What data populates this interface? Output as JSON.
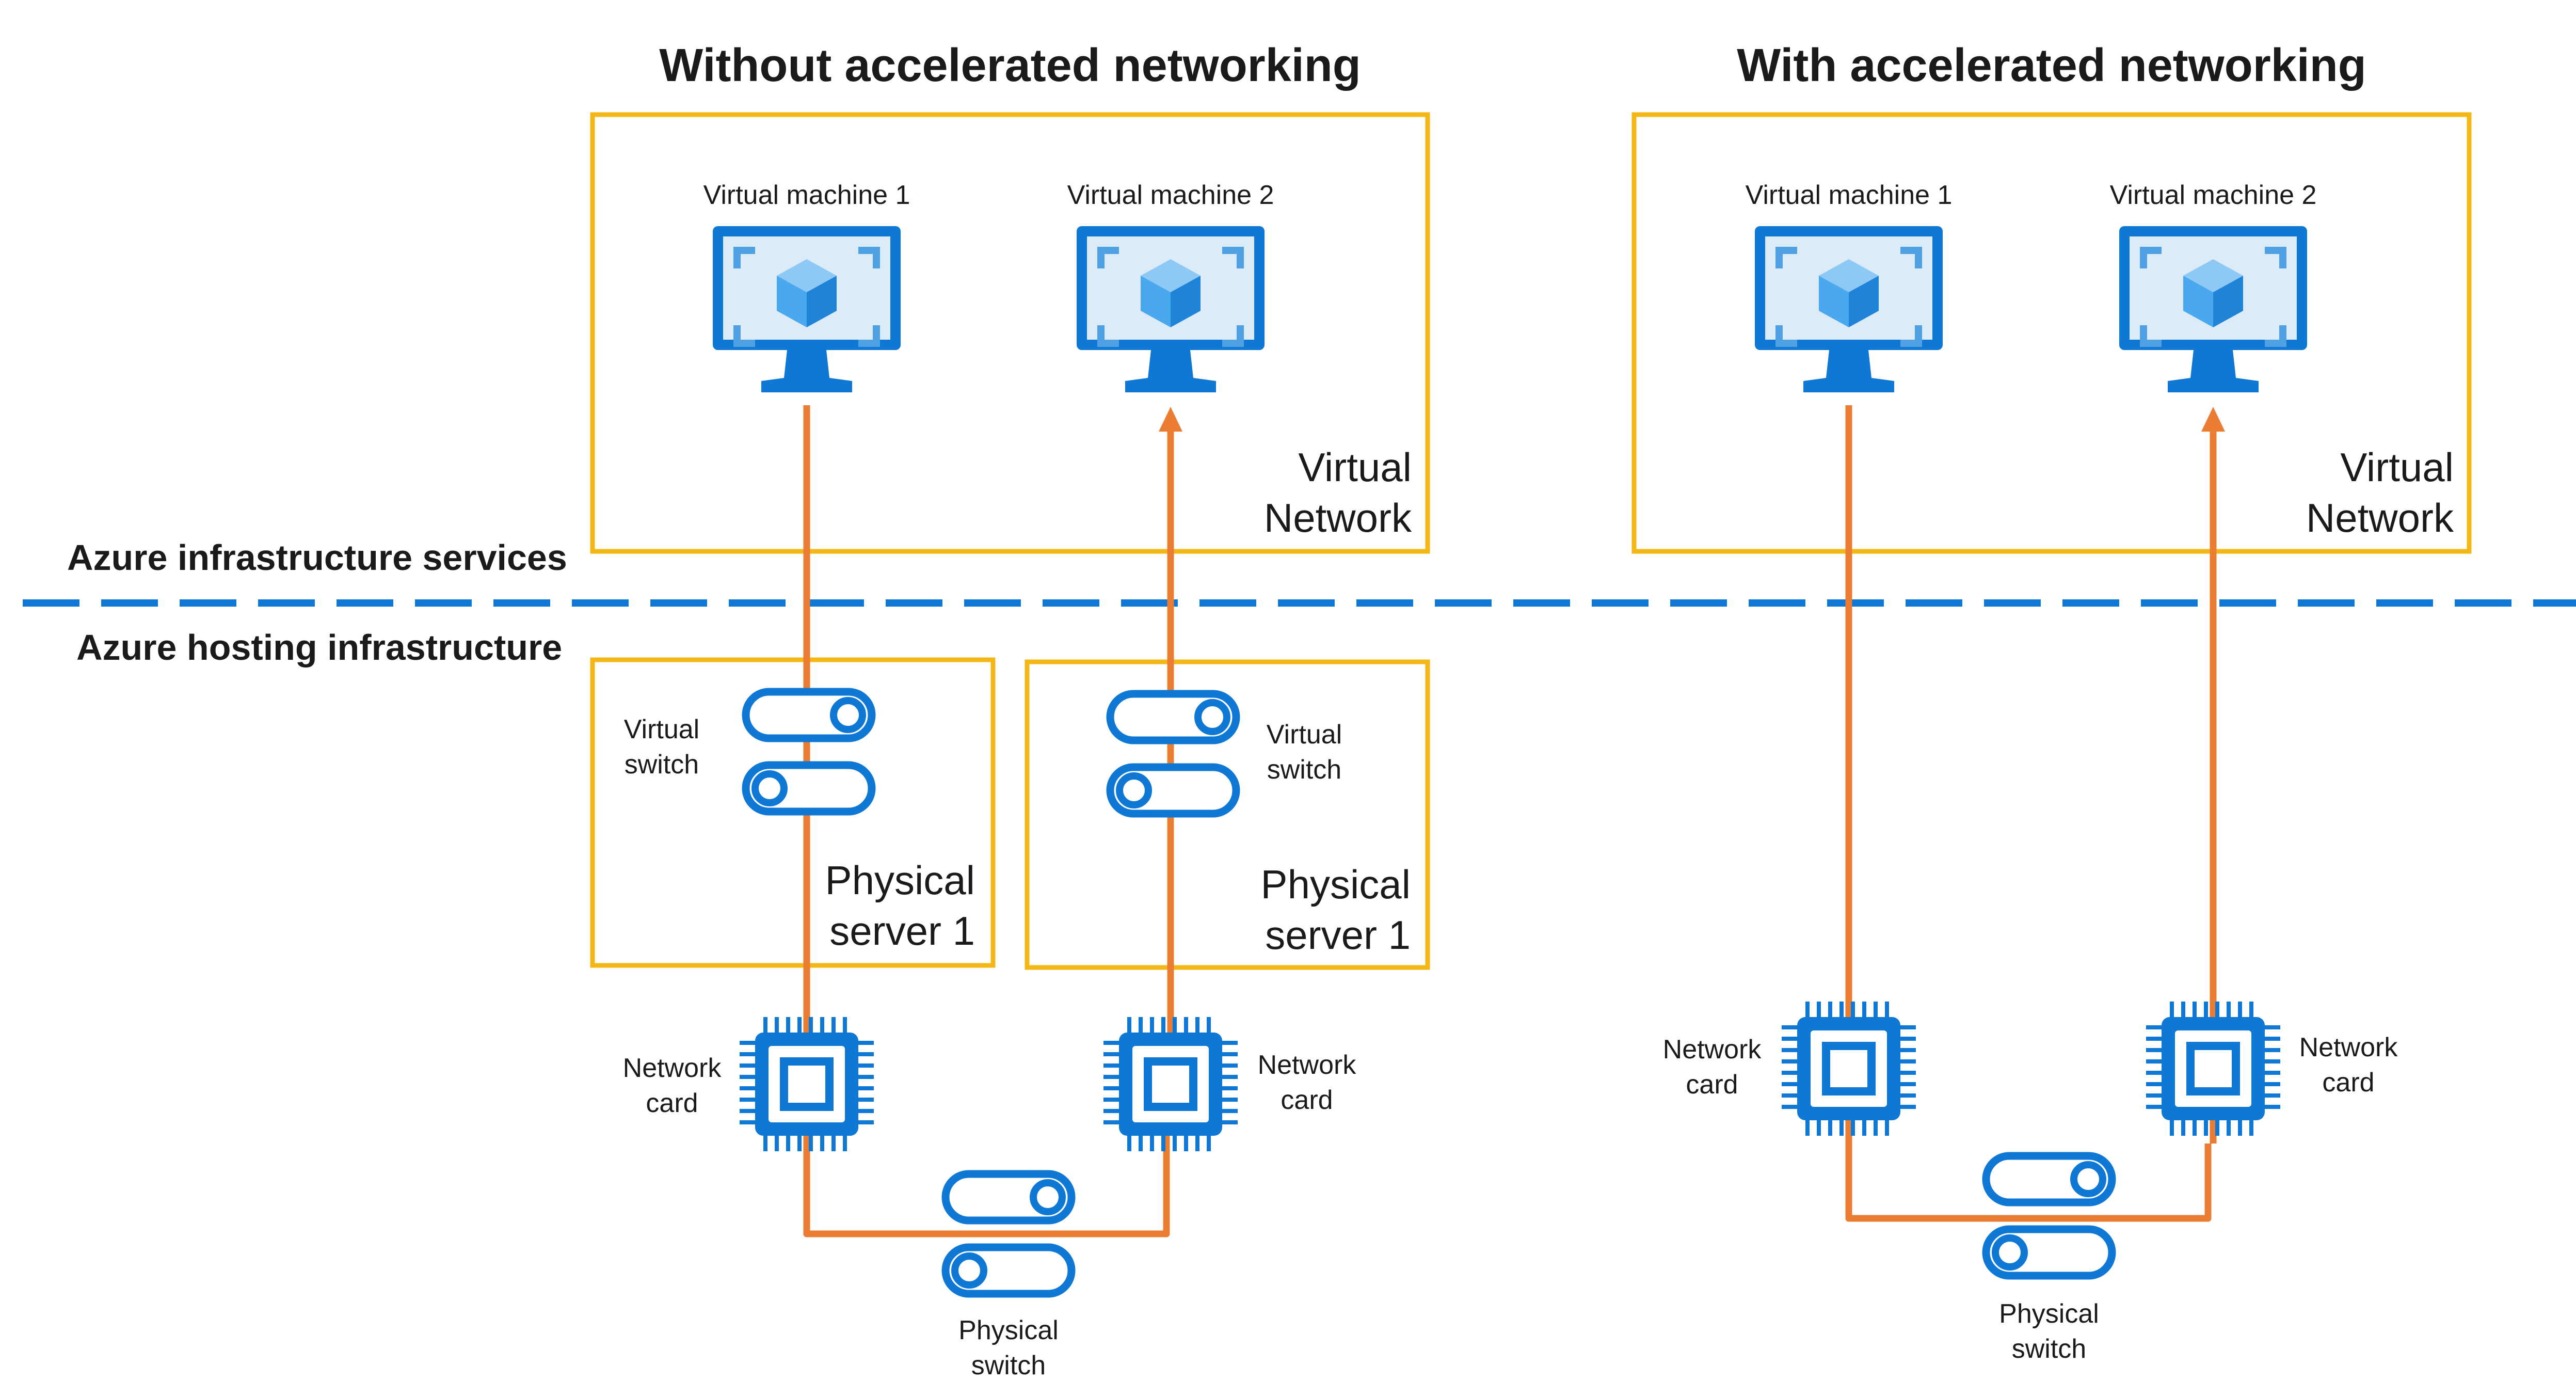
{
  "titles": {
    "without": "Without accelerated networking",
    "with": "With accelerated networking"
  },
  "layers": {
    "top": "Azure infrastructure services",
    "bottom": "Azure hosting infrastructure"
  },
  "labels": {
    "vm1": "Virtual machine 1",
    "vm2": "Virtual machine 2",
    "virtual_network": "Virtual\nNetwork",
    "virtual_switch": "Virtual\nswitch",
    "physical_server": "Physical\nserver 1",
    "network_card": "Network\ncard",
    "physical_switch": "Physical\nswitch"
  },
  "colors": {
    "box_border": "#f5b716",
    "flow_line": "#ea7d32",
    "divider": "#0f78d4",
    "icon_blue": "#0f78d4",
    "icon_light": "#50a0e4",
    "cube_light": "#8ec9f6",
    "cube_mid": "#4aa8ee",
    "cube_dark": "#1f84d8"
  },
  "icons": [
    "monitor-icon",
    "cube-icon",
    "toggle-switch-icon",
    "chip-icon",
    "arrow-up-icon"
  ]
}
